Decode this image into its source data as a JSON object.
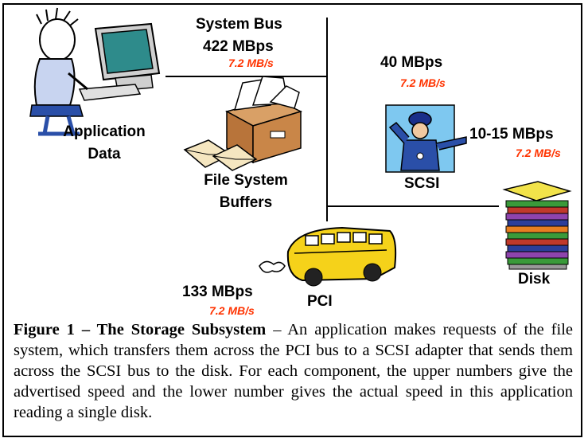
{
  "labels": {
    "system_bus": "System Bus",
    "system_bus_speed": "422 MBps",
    "system_bus_actual": "7.2 MB/s",
    "scsi_bus_speed": "40 MBps",
    "scsi_bus_actual": "7.2 MB/s",
    "disk_speed": "10-15 MBps",
    "disk_actual": "7.2 MB/s",
    "pci_speed": "133 MBps",
    "pci_actual": "7.2 MB/s",
    "application_line1": "Application",
    "application_line2": "Data",
    "fs_line1": "File System",
    "fs_line2": "Buffers",
    "scsi": "SCSI",
    "disk": "Disk",
    "pci": "PCI"
  },
  "caption": {
    "title": "Figure 1 – The Storage Subsystem",
    "text": " – An application makes requests of the file system, which transfers them across the PCI bus to a SCSI adapter that sends them across the SCSI bus to the disk. For each component, the upper numbers give the advertised speed and the lower number gives the actual speed in this application reading a single disk."
  },
  "colors": {
    "actual_speed": "#ff3300",
    "bus_line": "#000000"
  },
  "icons": [
    "person-at-computer-icon",
    "file-box-icon",
    "envelopes-icon",
    "police-officer-icon",
    "disk-stack-icon",
    "bus-icon"
  ]
}
